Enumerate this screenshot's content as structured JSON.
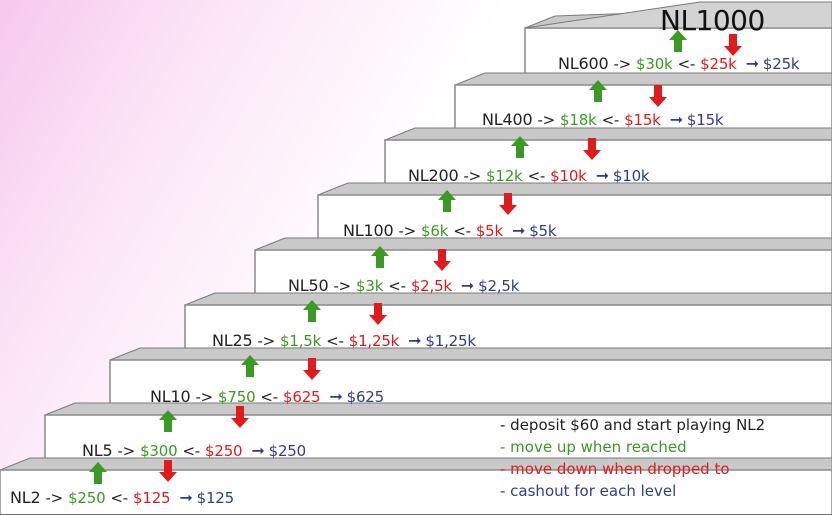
{
  "top_level": "NL1000",
  "levels": [
    {
      "name": "NL600",
      "up": "$30k",
      "down": "$25k",
      "cashout": "$25k"
    },
    {
      "name": "NL400",
      "up": "$18k",
      "down": "$15k",
      "cashout": "$15k"
    },
    {
      "name": "NL200",
      "up": "$12k",
      "down": "$10k",
      "cashout": "$10k"
    },
    {
      "name": "NL100",
      "up": "$6k",
      "down": "$5k",
      "cashout": "$5k"
    },
    {
      "name": "NL50",
      "up": "$3k",
      "down": "$2,5k",
      "cashout": "$2,5k"
    },
    {
      "name": "NL25",
      "up": "$1,5k",
      "down": "$1,25k",
      "cashout": "$1,25k"
    },
    {
      "name": "NL10",
      "up": "$750",
      "down": "$625",
      "cashout": "$625"
    },
    {
      "name": "NL5",
      "up": "$300",
      "down": "$250",
      "cashout": "$250"
    },
    {
      "name": "NL2",
      "up": "$250",
      "down": "$125",
      "cashout": "$125"
    }
  ],
  "separators": {
    "up": "->",
    "down": "<-"
  },
  "legend": {
    "deposit": "- deposit $60 and start playing NL2",
    "up": "- move up when reached",
    "down": "- move down when dropped to",
    "cashout": "- cashout for each level"
  },
  "colors": {
    "up": "#3b9a23",
    "down": "#e01b1b",
    "cashout": "#2e3d8f",
    "step_face": "#ffffff",
    "step_edge": "#8a8a8a"
  }
}
